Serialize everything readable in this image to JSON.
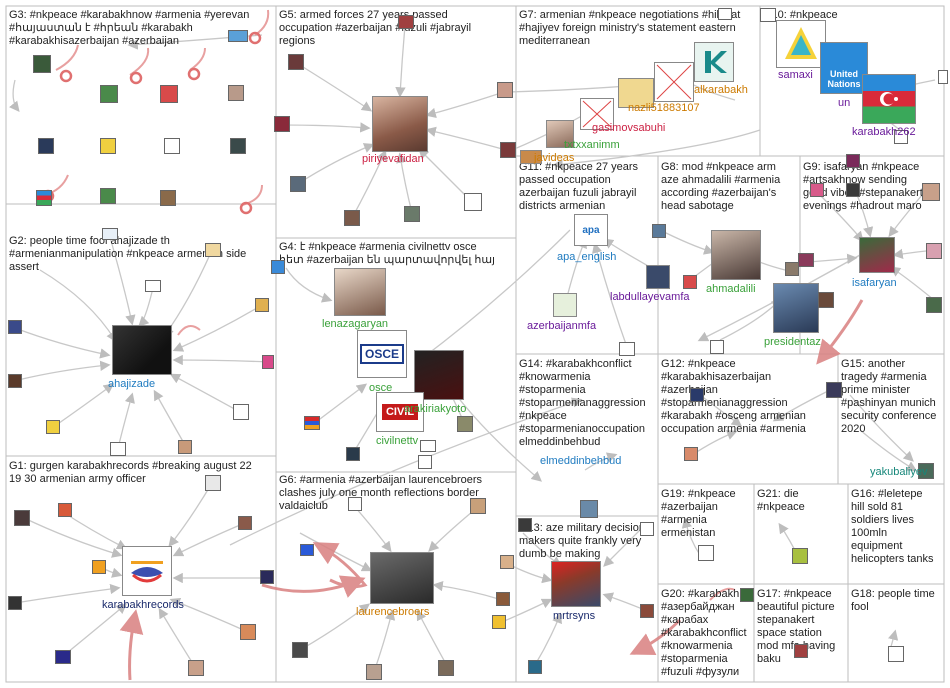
{
  "colors": {
    "edge": "#c8c8c8",
    "edge_red": "#d98080",
    "box": "#bdbdbd",
    "label_blue": "#1f7bc0",
    "label_green": "#3aa13a",
    "label_red": "#cc2244",
    "label_orange": "#cc7a00",
    "label_purple": "#6a1b9a",
    "label_navy": "#1a2a6c",
    "label_teal": "#16877a"
  },
  "groups": [
    {
      "id": "G3",
      "title": "G3: #nkpeace #karabakhnow #armenia #yerevan\n#հայաստան է #հրեան #karabakh\n#karabakhisazerbaijan #azerbaijan"
    },
    {
      "id": "G5",
      "title": "G5: armed forces 27 years passed\noccupation #azerbaijan #fuzuli #jabrayil\nregions"
    },
    {
      "id": "G7",
      "title": "G7: armenian #nkpeace negotiations #hikmat\n#hajiyev foreign ministry's statement eastern\nmediterranean"
    },
    {
      "id": "G10",
      "title": "G10: #nkpeace"
    },
    {
      "id": "G2",
      "title": "G2: people time fool ahajizade th\n#armenianmanipulation #nkpeace armenian side\nassert"
    },
    {
      "id": "G4",
      "title": "G4: է #nkpeace #armenia civilnettv osce\nհետ #azerbaijan են պարտավորվել հայ"
    },
    {
      "id": "G11",
      "title": "G11: #nkpeace 27 years\npassed occupation\nazerbaijan fuzuli jabrayil\ndistricts armenian"
    },
    {
      "id": "G8",
      "title": "G8: mod #nkpeace arm\naze ahmadalili #armenia\naccording #azerbaijan's\nhead sabotage"
    },
    {
      "id": "G9",
      "title": "G9: isafaryan #nkpeace\n#artsakhnow sending\ngood vibes #stepanakert\nevenings #hadrout maro"
    },
    {
      "id": "G14",
      "title": "G14: #karabakhconflict\n#knowarmenia\n#stoparmenia\n#stoparmenianaggression\n#nkpeace\n#stoparmenianoccupation\nelmeddinbehbud"
    },
    {
      "id": "G12",
      "title": "G12: #nkpeace\n#karabakhisazerbaijan\n#azerbaijan\n#stoparmenianaggression\n#karabakh #osceng armenian\noccupation armenia #armenia"
    },
    {
      "id": "G15",
      "title": "G15: another\ntragedy #armenia\nprime minister\n#pashinyan munich\nsecurity conference\n2020"
    },
    {
      "id": "G1",
      "title": "G1: gurgen karabakhrecords #breaking august 22\n19 30 armenian army officer"
    },
    {
      "id": "G6",
      "title": "G6: #armenia #azerbaijan laurencebroers\nclashes july one month reflections border\nvaldaiclub"
    },
    {
      "id": "G13",
      "title": "G13: aze military decision\nmakers quite frankly very\ndumb be making"
    },
    {
      "id": "G19",
      "title": "G19: #nkpeace\n#azerbaijan\n#armenia\nermenistan"
    },
    {
      "id": "G21",
      "title": "G21: die\n#nkpeace"
    },
    {
      "id": "G16",
      "title": "G16: #leletepe\nhill sold 81\nsoldiers lives\n100mln\nequipment\nhelicopters tanks"
    },
    {
      "id": "G20",
      "title": "G20: #karabakh\n#азербайджан\n#карабах\n#karabakhconflict\n#knowarmenia\n#stoparmenia\n#fuzuli #фузули"
    },
    {
      "id": "G17",
      "title": "G17: #nkpeace\nbeautiful picture\nstepanakert\nspace station\nmod mfa having\nbaku"
    },
    {
      "id": "G18",
      "title": "G18: people time\nfool"
    }
  ],
  "labels": [
    {
      "id": "piriyevafidan",
      "text": "piriyevafidan",
      "color": "red"
    },
    {
      "id": "ahajizade",
      "text": "ahajizade",
      "color": "blue"
    },
    {
      "id": "lenazagaryan",
      "text": "lenazagaryan",
      "color": "green"
    },
    {
      "id": "osce",
      "text": "osce",
      "color": "green"
    },
    {
      "id": "arakiriakyoto",
      "text": "arakiriakyoto",
      "color": "green"
    },
    {
      "id": "civilnettv",
      "text": "civilnettv",
      "color": "green"
    },
    {
      "id": "karabakhrecords",
      "text": "karabakhrecords",
      "color": "navy"
    },
    {
      "id": "laurencebroers",
      "text": "laurencebroers",
      "color": "orange"
    },
    {
      "id": "apa_english",
      "text": "apa_english",
      "color": "blue"
    },
    {
      "id": "azerbaijanmfa",
      "text": "azerbaijanmfa",
      "color": "purple"
    },
    {
      "id": "labdullayevamfa",
      "text": "labdullayevamfa",
      "color": "purple"
    },
    {
      "id": "ahmadalili",
      "text": "ahmadalili",
      "color": "green"
    },
    {
      "id": "presidentaz",
      "text": "presidentaz",
      "color": "green"
    },
    {
      "id": "isafaryan",
      "text": "isafaryan",
      "color": "blue"
    },
    {
      "id": "elmeddinbehbud",
      "text": "elmeddinbehbud",
      "color": "blue"
    },
    {
      "id": "mrtrsyns",
      "text": "mrtrsyns",
      "color": "navy"
    },
    {
      "id": "alkarabakh",
      "text": "alkarabakh",
      "color": "orange"
    },
    {
      "id": "nazli51883107",
      "text": "nazli51883107",
      "color": "orange"
    },
    {
      "id": "gasimovsabuhi",
      "text": "gasimovsabuhi",
      "color": "red"
    },
    {
      "id": "txtxxanimm",
      "text": "txtxxanimm",
      "color": "green"
    },
    {
      "id": "javideas",
      "text": "javideas",
      "color": "orange"
    },
    {
      "id": "samaxi",
      "text": "samaxi",
      "color": "purple"
    },
    {
      "id": "un",
      "text": "un",
      "color": "purple"
    },
    {
      "id": "karabakh262",
      "text": "karabakh262",
      "color": "purple"
    },
    {
      "id": "yakubaliyev",
      "text": "yakubaliyev",
      "color": "teal"
    }
  ],
  "logos": {
    "osce": "OSCE",
    "apa": "apa",
    "civil": "CIVIL",
    "un": "United Nations"
  }
}
